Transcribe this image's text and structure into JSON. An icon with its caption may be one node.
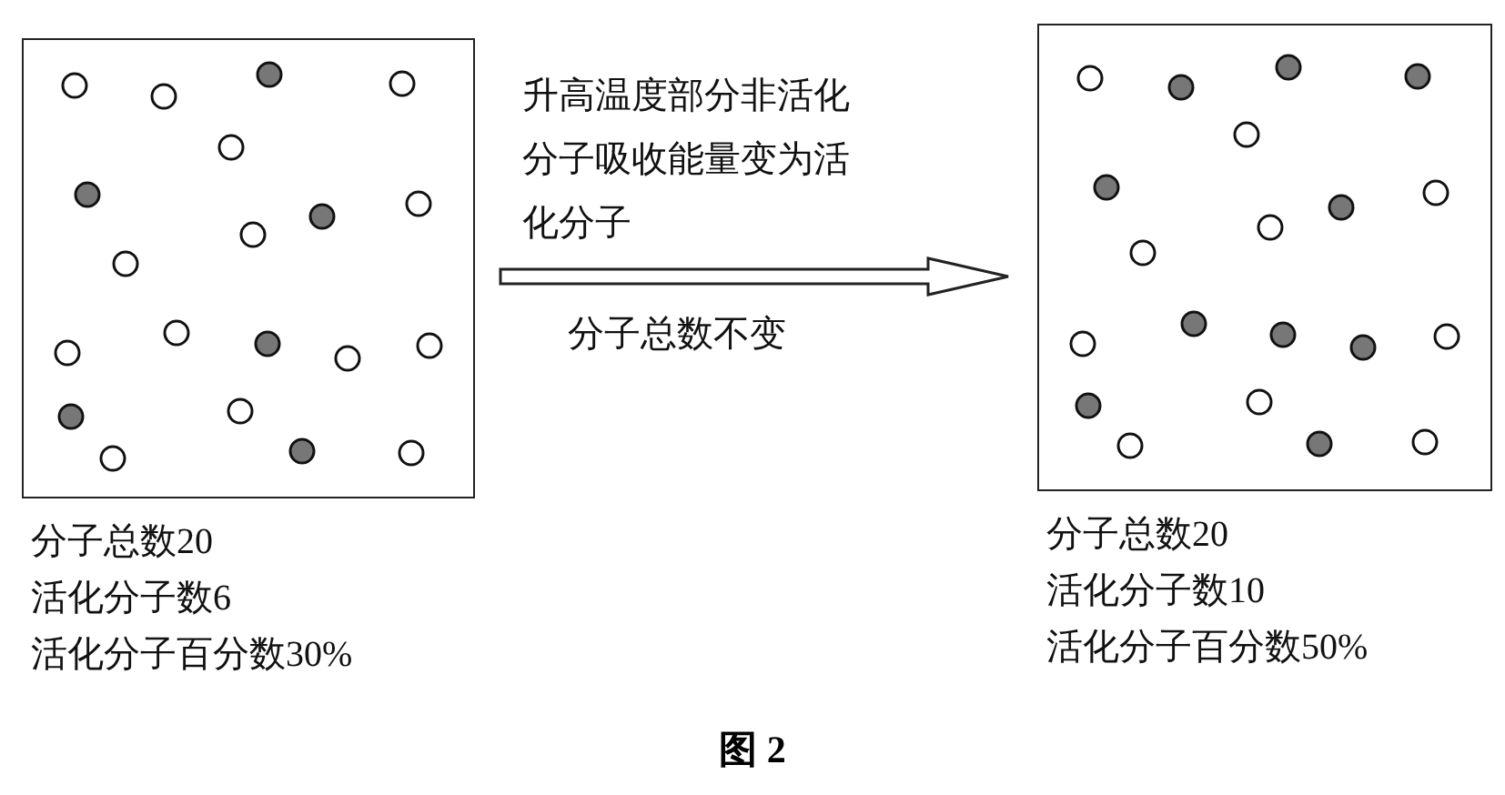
{
  "diagram": {
    "caption": "图 2",
    "nodes": [
      {
        "text": [],
        "shape": "box",
        "beside": [
          "分子总数20",
          "活化分子数6",
          "活化分子百分数30%"
        ]
      },
      {
        "text": [],
        "shape": "box",
        "beside": [
          "分子总数20",
          "活化分子数10",
          "活化分子百分数50%"
        ]
      }
    ],
    "edges": [
      {
        "from": 0,
        "to": 1,
        "arrow": "to",
        "style": "thick",
        "label": "升高温度部分非活化分子吸收能量变为活化分子"
      }
    ],
    "labels": [
      "分子总数不变"
    ]
  }
}
